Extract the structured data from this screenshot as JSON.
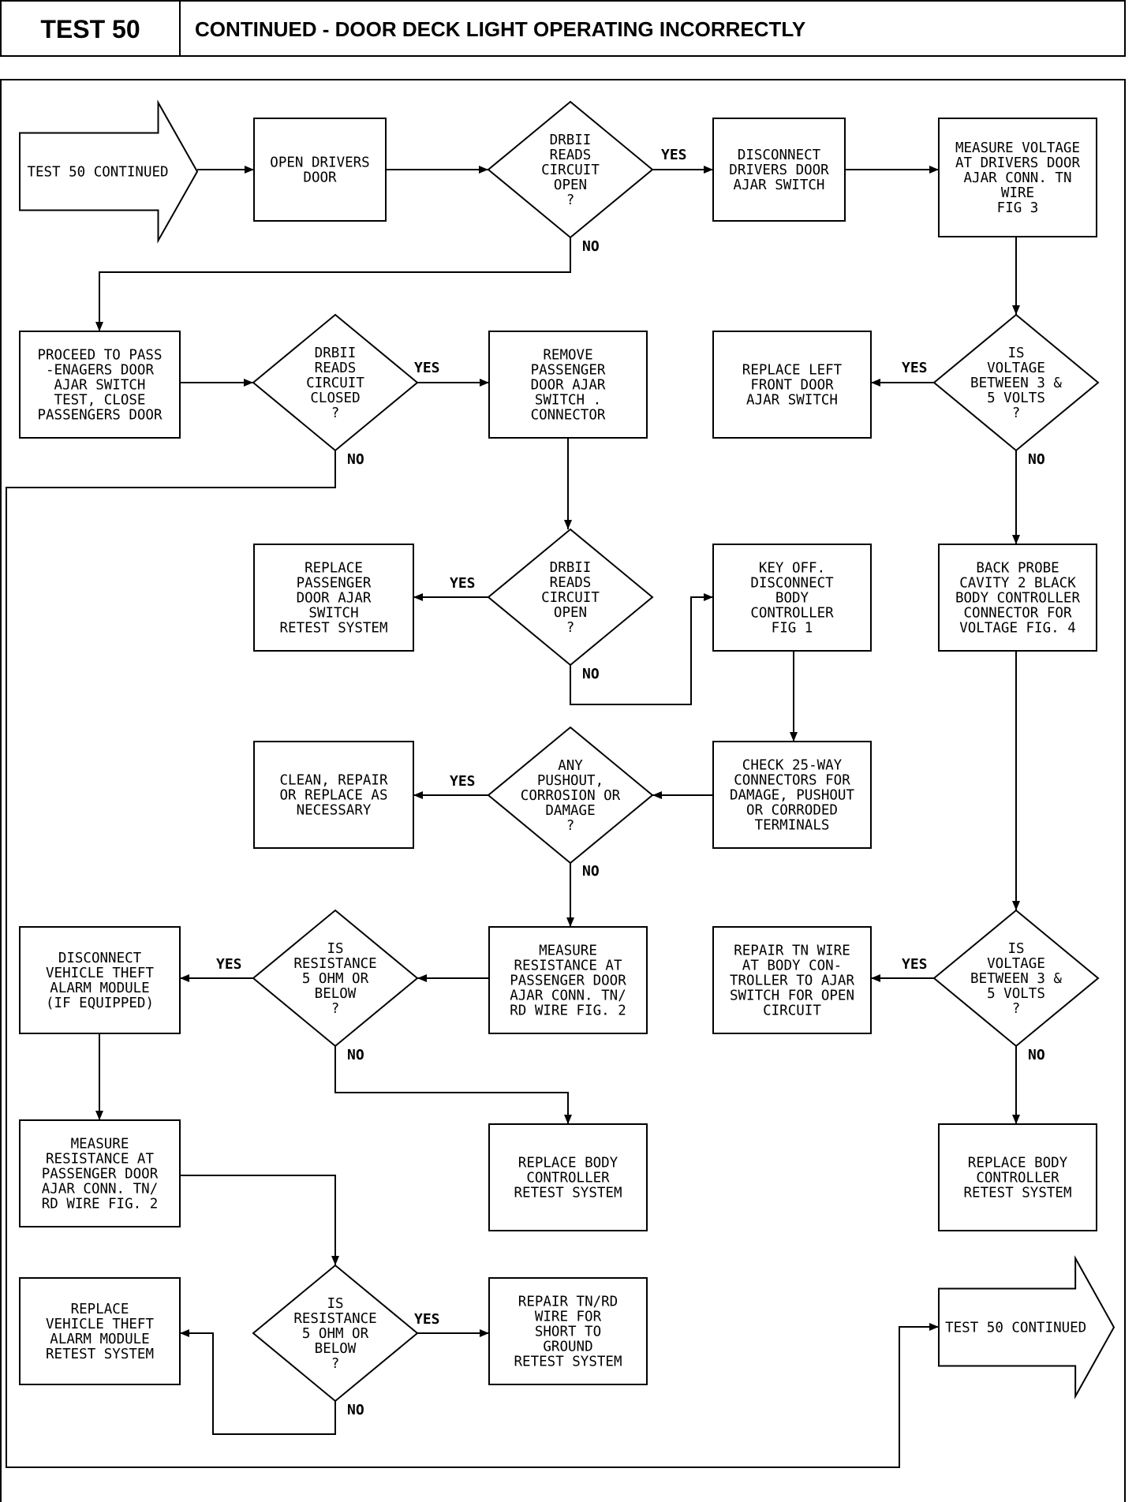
{
  "header": {
    "test_label": "TEST 50",
    "title": "CONTINUED - DOOR DECK LIGHT OPERATING INCORRECTLY"
  },
  "edge_labels": {
    "yes": "YES",
    "no": "NO"
  },
  "nodes": {
    "start": [
      "TEST 50 CONTINUED"
    ],
    "open_drivers": [
      "OPEN DRIVERS",
      "DOOR"
    ],
    "d_open1": [
      "DRBII",
      "READS",
      "CIRCUIT",
      "OPEN",
      "?"
    ],
    "disc_drivers": [
      "DISCONNECT",
      "DRIVERS DOOR",
      "AJAR SWITCH"
    ],
    "measure_v1": [
      "MEASURE VOLTAGE",
      "AT DRIVERS DOOR",
      "AJAR CONN. TN",
      "WIRE",
      "FIG 3"
    ],
    "proceed_pass": [
      "PROCEED TO PASS",
      "-ENAGERS DOOR",
      "AJAR SWITCH",
      "TEST, CLOSE",
      "PASSENGERS DOOR"
    ],
    "d_closed": [
      "DRBII",
      "READS",
      "CIRCUIT",
      "CLOSED",
      "?"
    ],
    "remove_pass": [
      "REMOVE",
      "PASSENGER",
      "DOOR AJAR",
      "SWITCH .",
      "CONNECTOR"
    ],
    "replace_left": [
      "REPLACE LEFT",
      "FRONT DOOR",
      "AJAR SWITCH"
    ],
    "d_volt1": [
      "IS",
      "VOLTAGE",
      "BETWEEN 3 &",
      "5 VOLTS",
      "?"
    ],
    "replace_pass_sw": [
      "REPLACE",
      "PASSENGER",
      "DOOR AJAR",
      "SWITCH",
      "RETEST SYSTEM"
    ],
    "d_open2": [
      "DRBII",
      "READS",
      "CIRCUIT",
      "OPEN",
      "?"
    ],
    "key_off": [
      "KEY OFF.",
      "DISCONNECT",
      "BODY",
      "CONTROLLER",
      "FIG 1"
    ],
    "back_probe": [
      "BACK PROBE",
      "CAVITY 2 BLACK",
      "BODY CONTROLLER",
      "CONNECTOR FOR",
      "VOLTAGE FIG. 4"
    ],
    "clean_repair": [
      "CLEAN, REPAIR",
      "OR REPLACE AS",
      "NECESSARY"
    ],
    "d_pushout": [
      "ANY",
      "PUSHOUT,",
      "CORROSION OR",
      "DAMAGE",
      "?"
    ],
    "check_25": [
      "CHECK 25-WAY",
      "CONNECTORS FOR",
      "DAMAGE, PUSHOUT",
      "OR CORRODED",
      "TERMINALS"
    ],
    "disc_vta": [
      "DISCONNECT",
      "VEHICLE THEFT",
      "ALARM MODULE",
      "(IF EQUIPPED)"
    ],
    "d_res1": [
      "IS",
      "RESISTANCE",
      "5 OHM OR",
      "BELOW",
      "?"
    ],
    "measure_r1": [
      "MEASURE",
      "RESISTANCE AT",
      "PASSENGER DOOR",
      "AJAR CONN. TN/",
      "RD WIRE FIG. 2"
    ],
    "repair_tn": [
      "REPAIR TN WIRE",
      "AT BODY CON-",
      "TROLLER TO AJAR",
      "SWITCH FOR OPEN",
      "CIRCUIT"
    ],
    "d_volt2": [
      "IS",
      "VOLTAGE",
      "BETWEEN 3 &",
      "5 VOLTS",
      "?"
    ],
    "measure_r2": [
      "MEASURE",
      "RESISTANCE AT",
      "PASSENGER DOOR",
      "AJAR CONN. TN/",
      "RD WIRE FIG. 2"
    ],
    "replace_bc1": [
      "REPLACE BODY",
      "CONTROLLER",
      "RETEST SYSTEM"
    ],
    "replace_bc2": [
      "REPLACE BODY",
      "CONTROLLER",
      "RETEST SYSTEM"
    ],
    "replace_vta": [
      "REPLACE",
      "VEHICLE THEFT",
      "ALARM MODULE",
      "RETEST SYSTEM"
    ],
    "d_res2": [
      "IS",
      "RESISTANCE",
      "5 OHM OR",
      "BELOW",
      "?"
    ],
    "repair_tnrd": [
      "REPAIR TN/RD",
      "WIRE FOR",
      "SHORT TO",
      "GROUND",
      "RETEST SYSTEM"
    ],
    "end": [
      "TEST 50 CONTINUED"
    ]
  }
}
